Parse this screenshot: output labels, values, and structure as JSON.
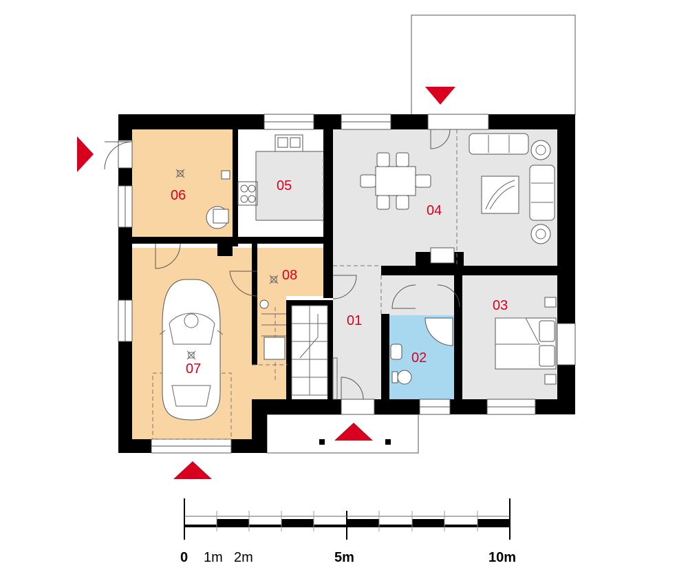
{
  "rooms": {
    "r01": "01",
    "r02": "02",
    "r03": "03",
    "r04": "04",
    "r05": "05",
    "r06": "06",
    "r07": "07",
    "r08": "08"
  },
  "scale": {
    "label_0": "0",
    "label_1m": "1m",
    "label_2m": "2m",
    "label_5m": "5m",
    "label_10m": "10m"
  },
  "colors": {
    "wall": "#000000",
    "living_floor": "#e6e6e6",
    "utility_floor": "#f8d5a2",
    "bathroom_floor": "#a8d8f0",
    "entrance_arrow": "#d7001e",
    "room_label": "#d7001e"
  }
}
